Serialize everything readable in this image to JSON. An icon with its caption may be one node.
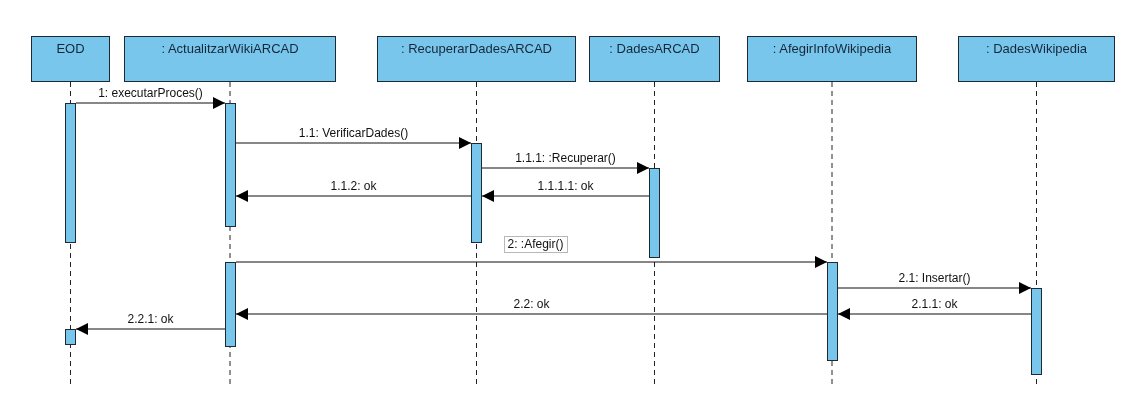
{
  "diagram": {
    "nodes": [
      {
        "text": [
          "EOD"
        ]
      },
      {
        "text": [
          ": ActualitzarWikiARCAD"
        ]
      },
      {
        "text": [
          ": RecuperarDadesARCAD"
        ]
      },
      {
        "text": [
          ": DadesARCAD"
        ]
      },
      {
        "text": [
          ": AfegirInfoWikipedia"
        ]
      },
      {
        "text": [
          ": DadesWikipedia"
        ]
      },
      {
        "text": [],
        "shape": "bar"
      },
      {
        "text": [],
        "shape": "bar"
      },
      {
        "text": [],
        "shape": "bar"
      },
      {
        "text": [],
        "shape": "bar"
      },
      {
        "text": [],
        "shape": "bar"
      },
      {
        "text": [],
        "shape": "bar"
      },
      {
        "text": [],
        "shape": "bar"
      },
      {
        "text": [],
        "shape": "bar"
      }
    ],
    "edges": [
      {
        "from": 6,
        "to": 7,
        "arrow": "to",
        "label": "1: executarProces()"
      },
      {
        "from": 7,
        "to": 8,
        "arrow": "to",
        "label": "1.1: VerificarDades()"
      },
      {
        "from": 8,
        "to": 9,
        "arrow": "to",
        "label": "1.1.1: :Recuperar()"
      },
      {
        "from": 9,
        "to": 8,
        "arrow": "to",
        "label": "1.1.1.1: ok"
      },
      {
        "from": 8,
        "to": 7,
        "arrow": "to",
        "label": "1.1.2: ok"
      },
      {
        "from": 10,
        "to": 11,
        "arrow": "to",
        "label": "2: :Afegir()"
      },
      {
        "from": 11,
        "to": 12,
        "arrow": "to",
        "label": "2.1: Insertar()"
      },
      {
        "from": 12,
        "to": 11,
        "arrow": "to",
        "label": "2.1.1: ok"
      },
      {
        "from": 11,
        "to": 10,
        "arrow": "to",
        "label": "2.2: ok"
      },
      {
        "from": 10,
        "to": 13,
        "arrow": "to",
        "label": "2.2.1: ok"
      }
    ]
  }
}
